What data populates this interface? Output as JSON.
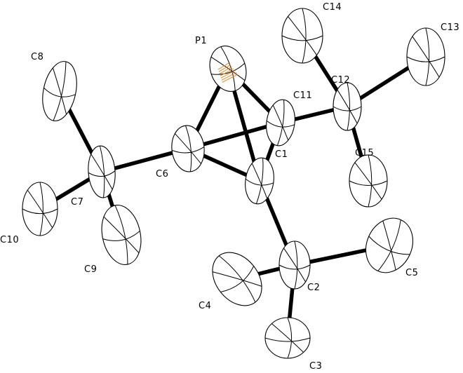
{
  "colors": {
    "phosphorus": "#e8892a",
    "carbon": "#000000",
    "bond": "#000000",
    "background": "#ffffff"
  },
  "atoms": [
    {
      "id": "P1",
      "label": "P1",
      "element": "P"
    },
    {
      "id": "C1",
      "label": "C1",
      "element": "C"
    },
    {
      "id": "C2",
      "label": "C2",
      "element": "C"
    },
    {
      "id": "C3",
      "label": "C3",
      "element": "C"
    },
    {
      "id": "C4",
      "label": "C4",
      "element": "C"
    },
    {
      "id": "C5",
      "label": "C5",
      "element": "C"
    },
    {
      "id": "C6",
      "label": "C6",
      "element": "C"
    },
    {
      "id": "C7",
      "label": "C7",
      "element": "C"
    },
    {
      "id": "C8",
      "label": "C8",
      "element": "C"
    },
    {
      "id": "C9",
      "label": "C9",
      "element": "C"
    },
    {
      "id": "C10",
      "label": "C10",
      "element": "C"
    },
    {
      "id": "C11",
      "label": "C11",
      "element": "C"
    },
    {
      "id": "C12",
      "label": "C12",
      "element": "C"
    },
    {
      "id": "C13",
      "label": "C13",
      "element": "C"
    },
    {
      "id": "C14",
      "label": "C14",
      "element": "C"
    },
    {
      "id": "C15",
      "label": "C15",
      "element": "C"
    }
  ],
  "bonds": [
    [
      "P1",
      "C6"
    ],
    [
      "P1",
      "C1"
    ],
    [
      "P1",
      "C11"
    ],
    [
      "C6",
      "C11"
    ],
    [
      "C6",
      "C1"
    ],
    [
      "C1",
      "C11"
    ],
    [
      "C6",
      "C7"
    ],
    [
      "C7",
      "C8"
    ],
    [
      "C7",
      "C9"
    ],
    [
      "C7",
      "C10"
    ],
    [
      "C1",
      "C2"
    ],
    [
      "C2",
      "C3"
    ],
    [
      "C2",
      "C4"
    ],
    [
      "C2",
      "C5"
    ],
    [
      "C11",
      "C12"
    ],
    [
      "C12",
      "C13"
    ],
    [
      "C12",
      "C14"
    ],
    [
      "C12",
      "C15"
    ]
  ]
}
